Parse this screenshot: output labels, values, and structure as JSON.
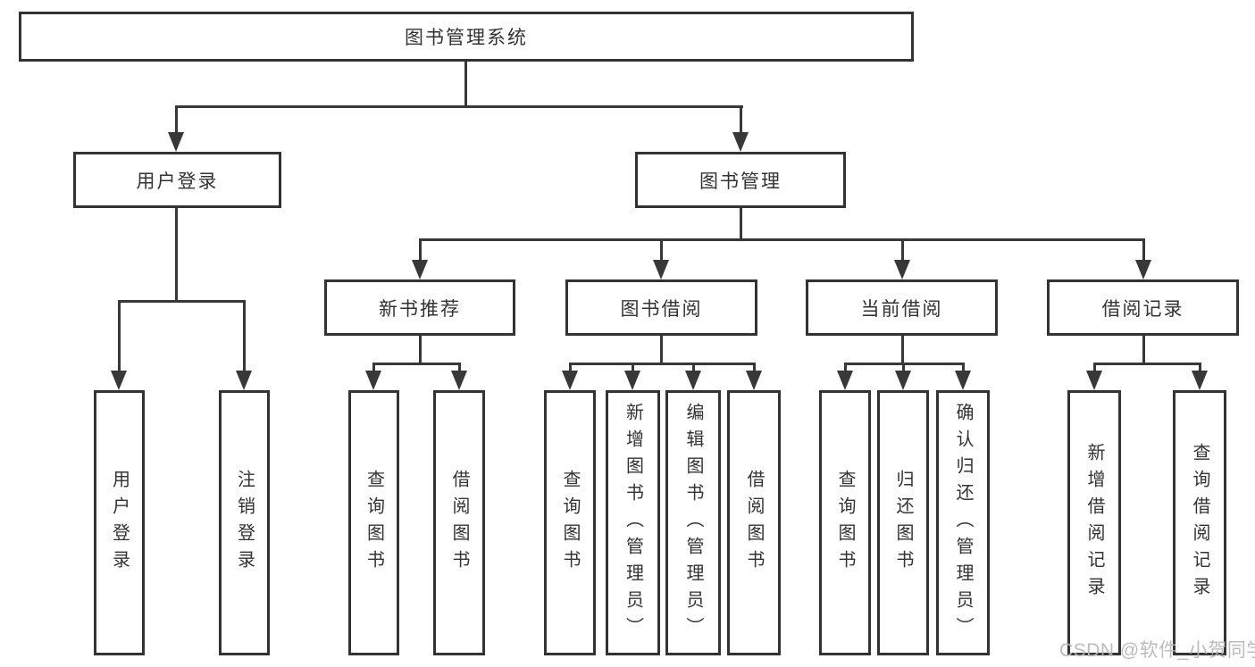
{
  "diagram": {
    "root": {
      "label": "图书管理系统"
    },
    "level2": [
      {
        "label": "用户登录"
      },
      {
        "label": "图书管理"
      }
    ],
    "level3": [
      {
        "label": "新书推荐"
      },
      {
        "label": "图书借阅"
      },
      {
        "label": "当前借阅"
      },
      {
        "label": "借阅记录"
      }
    ],
    "leaves": {
      "user_login": [
        "用户登录",
        "注销登录"
      ],
      "new_book": [
        "查询图书",
        "借阅图书"
      ],
      "book_borrow": [
        "查询图书",
        "新增图书（管理员）",
        "编辑图书（管理员）",
        "借阅图书"
      ],
      "current_borrow": [
        "查询图书",
        "归还图书",
        "确认归还（管理员）"
      ],
      "borrow_record": [
        "新增借阅记录",
        "查询借阅记录"
      ]
    }
  },
  "watermark": {
    "text": "CSDN @软件_小贺同学"
  },
  "colors": {
    "line": "#383838",
    "box_border": "#333333",
    "text": "#333333",
    "watermark": "#b6b6b6",
    "background": "#ffffff"
  }
}
